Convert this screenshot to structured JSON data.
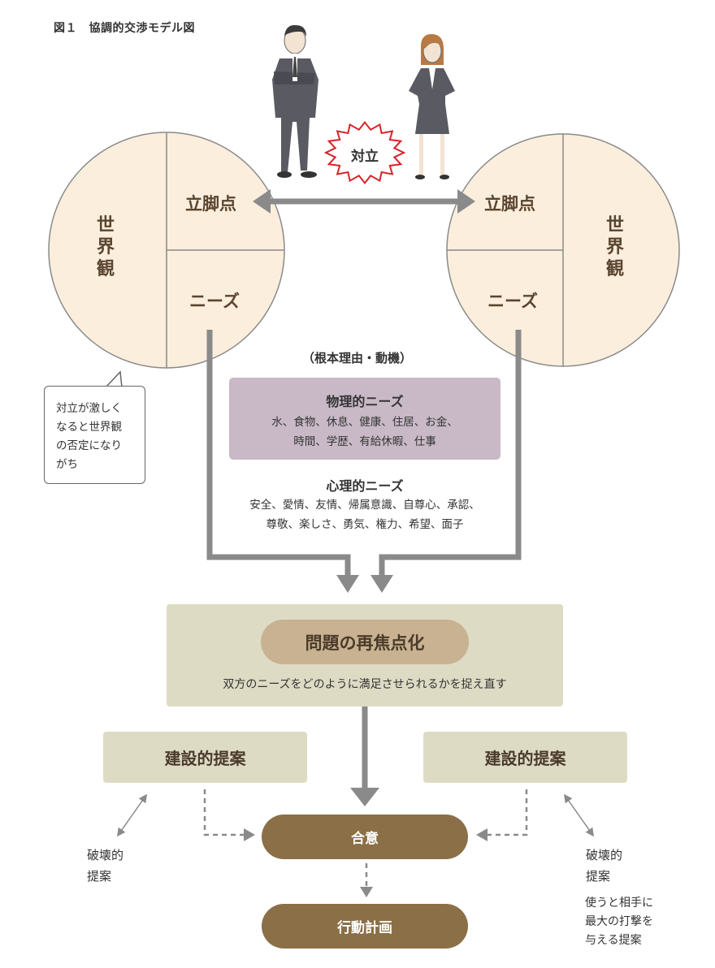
{
  "figure_title": "図１　協調的交渉モデル図",
  "left_circle": {
    "worldview": "世界観",
    "position": "立脚点",
    "needs": "ニーズ"
  },
  "right_circle": {
    "worldview": "世界観",
    "position": "立脚点",
    "needs": "ニーズ"
  },
  "conflict_label": "対立",
  "callout_lines": [
    "対立が激しく",
    "なると世界観",
    "の否定になり",
    "がち"
  ],
  "root_reason_label": "（根本理由・動機）",
  "physical_needs": {
    "title": "物理的ニーズ",
    "lines": [
      "水、食物、休息、健康、住居、お金、",
      "時間、学歴、有給休暇、仕事"
    ]
  },
  "psychological_needs": {
    "title": "心理的ニーズ",
    "lines": [
      "安全、愛情、友情、帰属意識、自尊心、承認、",
      "尊敬、楽しさ、勇気、権力、希望、面子"
    ]
  },
  "refocus": {
    "title": "問題の再焦点化",
    "description": "双方のニーズをどのように満足させられるかを捉え直す"
  },
  "constructive_left": "建設的提案",
  "constructive_right": "建設的提案",
  "destructive_left": [
    "破壊的",
    "提案"
  ],
  "destructive_right": [
    "破壊的",
    "提案"
  ],
  "destructive_note": [
    "使うと相手に",
    "最大の打撃を",
    "与える提案"
  ],
  "agreement": "合意",
  "action_plan": "行動計画",
  "colors": {
    "circle_fill": "#fbeedd",
    "circle_stroke": "#8a8a8a",
    "arrow_gray": "#8a8a8a",
    "physical_box": "#c9b9c7",
    "beige_box": "#dedbc5",
    "pill_light": "#c9b291",
    "pill_dark": "#8a6f47",
    "conflict_burst": "#d8232a"
  }
}
